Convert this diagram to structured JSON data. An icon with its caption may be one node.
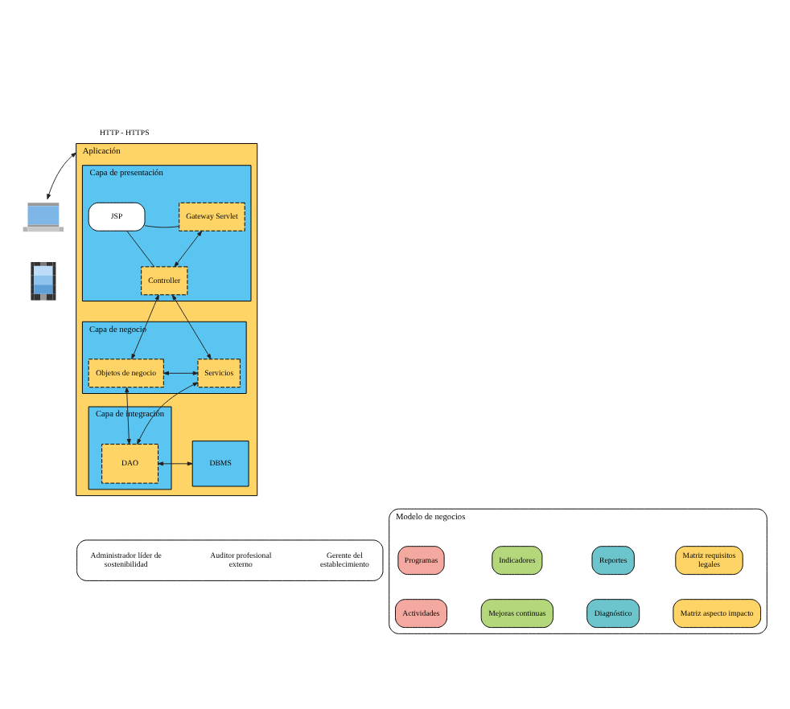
{
  "diagram": {
    "nodes": [
      {
        "text": [
          "Aplicación"
        ]
      },
      {
        "text": [
          "Capa de presentación"
        ],
        "in": 0
      },
      {
        "text": [
          "Gateway Servlet"
        ],
        "in": 1
      },
      {
        "text": [
          "JSP"
        ],
        "in": 1
      },
      {
        "text": [
          "Controller"
        ],
        "in": 1
      },
      {
        "text": [
          "Capa de negocio"
        ],
        "in": 0
      },
      {
        "text": [
          "Objetos de negocio"
        ],
        "in": 5
      },
      {
        "text": [
          "Servicios"
        ],
        "in": 5
      },
      {
        "text": [
          "Capa de integración"
        ],
        "in": 0
      },
      {
        "text": [
          "DAO"
        ],
        "in": 8
      },
      {
        "text": [
          "DBMS"
        ],
        "in": 0
      },
      {
        "text": [],
        "shape": "picture"
      },
      {
        "text": [],
        "shape": "picture"
      },
      {
        "text": [],
        "shape": "box"
      },
      {
        "text": [
          "Administrador líder de sostenibilidad"
        ],
        "in": 13
      },
      {
        "text": [
          "Auditor profesional externo"
        ],
        "in": 13
      },
      {
        "text": [
          "Gerente del establecimiento"
        ],
        "in": 13
      },
      {
        "text": [
          "Modelo de negocios"
        ]
      },
      {
        "text": [
          "Programas"
        ],
        "in": 17
      },
      {
        "text": [
          "Indicadores"
        ],
        "in": 17
      },
      {
        "text": [
          "Reportes"
        ],
        "in": 17
      },
      {
        "text": [
          "Matriz requisitos legales"
        ],
        "in": 17
      },
      {
        "text": [
          "Actividades"
        ],
        "in": 17
      },
      {
        "text": [
          "Mejoras continuas"
        ],
        "in": 17
      },
      {
        "text": [
          "Diagnóstico"
        ],
        "in": 17
      },
      {
        "text": [
          "Matriz aspecto impacto"
        ],
        "in": 17
      }
    ],
    "edges": [
      {
        "from": 11,
        "to": 0,
        "arrow": "both",
        "label": "HTTP - HTTPS"
      },
      {
        "from": 3,
        "to": 2,
        "arrow": "none"
      },
      {
        "from": 3,
        "to": 4,
        "arrow": "none"
      },
      {
        "from": 2,
        "to": 4,
        "arrow": "both"
      },
      {
        "from": 4,
        "to": 6,
        "arrow": "both"
      },
      {
        "from": 4,
        "to": 7,
        "arrow": "both"
      },
      {
        "from": 6,
        "to": 7,
        "arrow": "both"
      },
      {
        "from": 6,
        "to": 9,
        "arrow": "both"
      },
      {
        "from": 7,
        "to": 9,
        "arrow": "both"
      },
      {
        "from": 9,
        "to": 10,
        "arrow": "both"
      }
    ]
  }
}
